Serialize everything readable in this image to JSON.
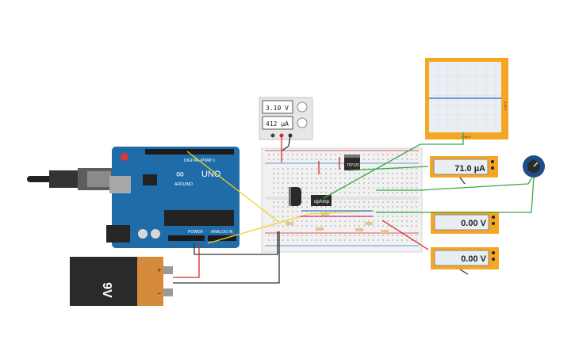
{
  "arduino": {
    "logo_text": "UNO",
    "brand_text": "ARDUINO",
    "digital_label": "DIGITAL (PWM~)",
    "power_label": "POWER",
    "analog_label": "ANALOG IN"
  },
  "battery": {
    "label": "9V",
    "plus": "+",
    "minus": "−"
  },
  "power_supply": {
    "voltage_readout": "3.10 V",
    "current_readout": "412 µA"
  },
  "breadboard": {
    "ic_opamp_label": "opAmp",
    "ic_tip_label": "TIP120"
  },
  "oscilloscope": {
    "side_label": "2.00 s",
    "bottom_label": "5.00 V",
    "trace_color": "#3f7fc1"
  },
  "meters": {
    "ammeter": {
      "reading": "71.0 µA"
    },
    "voltmeter1": {
      "reading": "0.00 V"
    },
    "voltmeter2": {
      "reading": "0.00 V"
    }
  },
  "colors": {
    "arduino_blue": "#1f6ca8",
    "meter_orange": "#f5a623",
    "battery_black": "#2a2a2a",
    "battery_copper": "#d68a3c",
    "wire_red": "#d42a2a",
    "wire_green": "#3aa84a",
    "wire_yellow": "#f2d21b",
    "wire_black": "#333333",
    "wire_blue": "#2d7bd6",
    "wire_magenta": "#d62a8c"
  }
}
